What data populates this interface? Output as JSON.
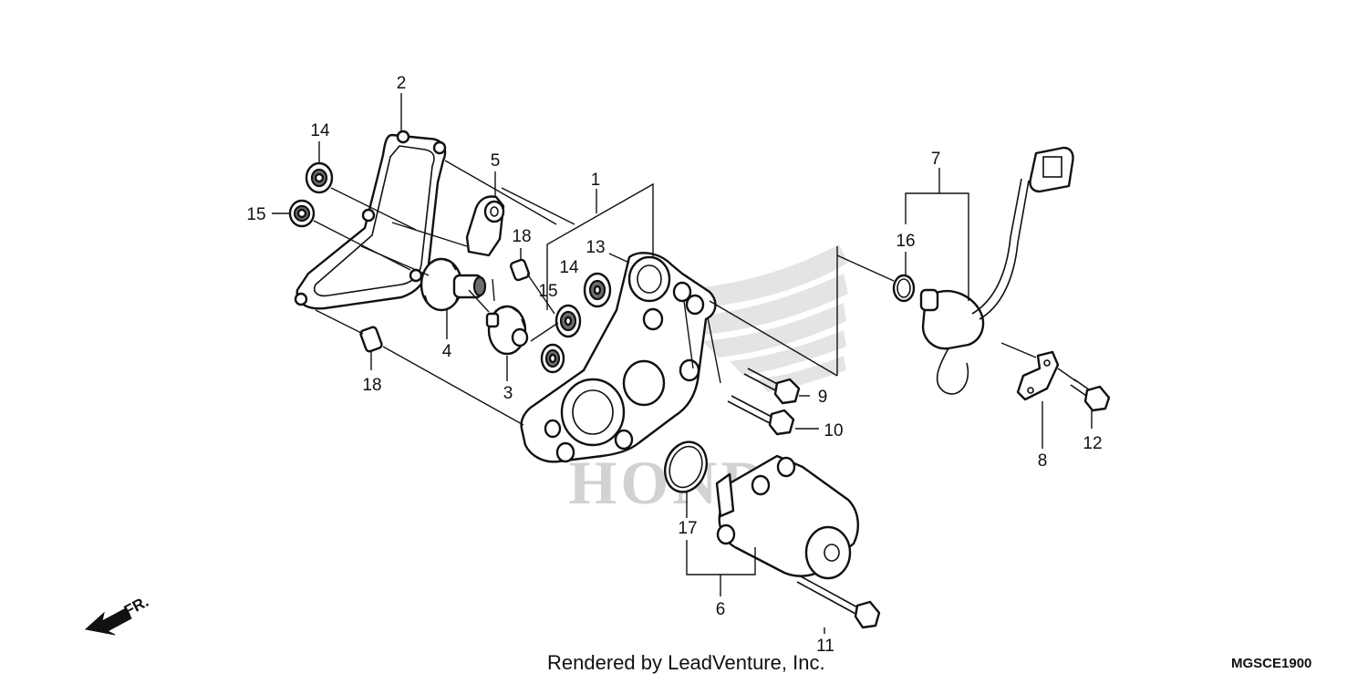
{
  "diagram": {
    "callouts": [
      "1",
      "2",
      "3",
      "4",
      "5",
      "6",
      "7",
      "8",
      "9",
      "10",
      "11",
      "12",
      "13",
      "14",
      "14",
      "15",
      "15",
      "16",
      "17",
      "18",
      "18"
    ],
    "watermark": "HONDA",
    "direction_label": "FR.",
    "credit": "Rendered by LeadVenture, Inc.",
    "diagram_code": "MGSCE1900"
  }
}
